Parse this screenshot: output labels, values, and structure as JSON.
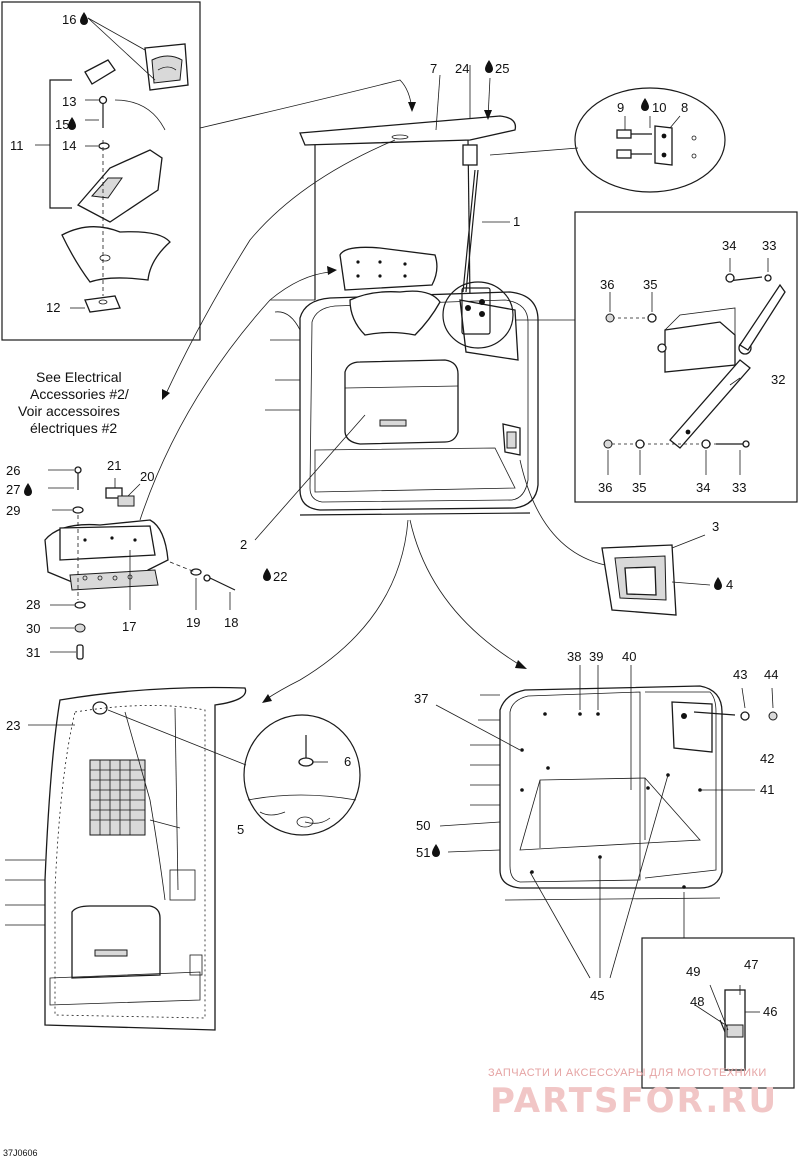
{
  "diagram": {
    "callouts": [
      {
        "id": "c1",
        "text": "1"
      },
      {
        "id": "c2",
        "text": "2"
      },
      {
        "id": "c3",
        "text": "3"
      },
      {
        "id": "c4",
        "text": "4"
      },
      {
        "id": "c5",
        "text": "5"
      },
      {
        "id": "c6",
        "text": "6"
      },
      {
        "id": "c7",
        "text": "7"
      },
      {
        "id": "c8",
        "text": "8"
      },
      {
        "id": "c9",
        "text": "9"
      },
      {
        "id": "c10",
        "text": "10"
      },
      {
        "id": "c11",
        "text": "11"
      },
      {
        "id": "c12",
        "text": "12"
      },
      {
        "id": "c13",
        "text": "13"
      },
      {
        "id": "c14",
        "text": "14"
      },
      {
        "id": "c15",
        "text": "15"
      },
      {
        "id": "c16",
        "text": "16"
      },
      {
        "id": "c17",
        "text": "17"
      },
      {
        "id": "c18",
        "text": "18"
      },
      {
        "id": "c19",
        "text": "19"
      },
      {
        "id": "c20",
        "text": "20"
      },
      {
        "id": "c21",
        "text": "21"
      },
      {
        "id": "c22",
        "text": "22"
      },
      {
        "id": "c23",
        "text": "23"
      },
      {
        "id": "c24",
        "text": "24"
      },
      {
        "id": "c25",
        "text": "25"
      },
      {
        "id": "c26",
        "text": "26"
      },
      {
        "id": "c27",
        "text": "27"
      },
      {
        "id": "c28",
        "text": "28"
      },
      {
        "id": "c29",
        "text": "29"
      },
      {
        "id": "c30",
        "text": "30"
      },
      {
        "id": "c31",
        "text": "31"
      },
      {
        "id": "c32",
        "text": "32"
      },
      {
        "id": "c33a",
        "text": "33"
      },
      {
        "id": "c33b",
        "text": "33"
      },
      {
        "id": "c34a",
        "text": "34"
      },
      {
        "id": "c34b",
        "text": "34"
      },
      {
        "id": "c35a",
        "text": "35"
      },
      {
        "id": "c35b",
        "text": "35"
      },
      {
        "id": "c36a",
        "text": "36"
      },
      {
        "id": "c36b",
        "text": "36"
      },
      {
        "id": "c37",
        "text": "37"
      },
      {
        "id": "c38",
        "text": "38"
      },
      {
        "id": "c39",
        "text": "39"
      },
      {
        "id": "c40",
        "text": "40"
      },
      {
        "id": "c41",
        "text": "41"
      },
      {
        "id": "c42",
        "text": "42"
      },
      {
        "id": "c43",
        "text": "43"
      },
      {
        "id": "c44",
        "text": "44"
      },
      {
        "id": "c45",
        "text": "45"
      },
      {
        "id": "c46",
        "text": "46"
      },
      {
        "id": "c47",
        "text": "47"
      },
      {
        "id": "c48",
        "text": "48"
      },
      {
        "id": "c49",
        "text": "49"
      },
      {
        "id": "c50",
        "text": "50"
      },
      {
        "id": "c51",
        "text": "51"
      }
    ],
    "note_lines": [
      "See Electrical",
      "Accessories #2/",
      "Voir accessoires",
      "électriques #2"
    ],
    "drawing_code": "37J0606",
    "watermark": {
      "tagline": "ЗАПЧАСТИ И АКСЕССУАРЫ ДЛЯ МОТОТЕХНИКИ",
      "logo_text": "PARTSFOR.RU"
    },
    "colors": {
      "lines": "#1a1a1a",
      "watermark": "#e8a8a8"
    }
  }
}
